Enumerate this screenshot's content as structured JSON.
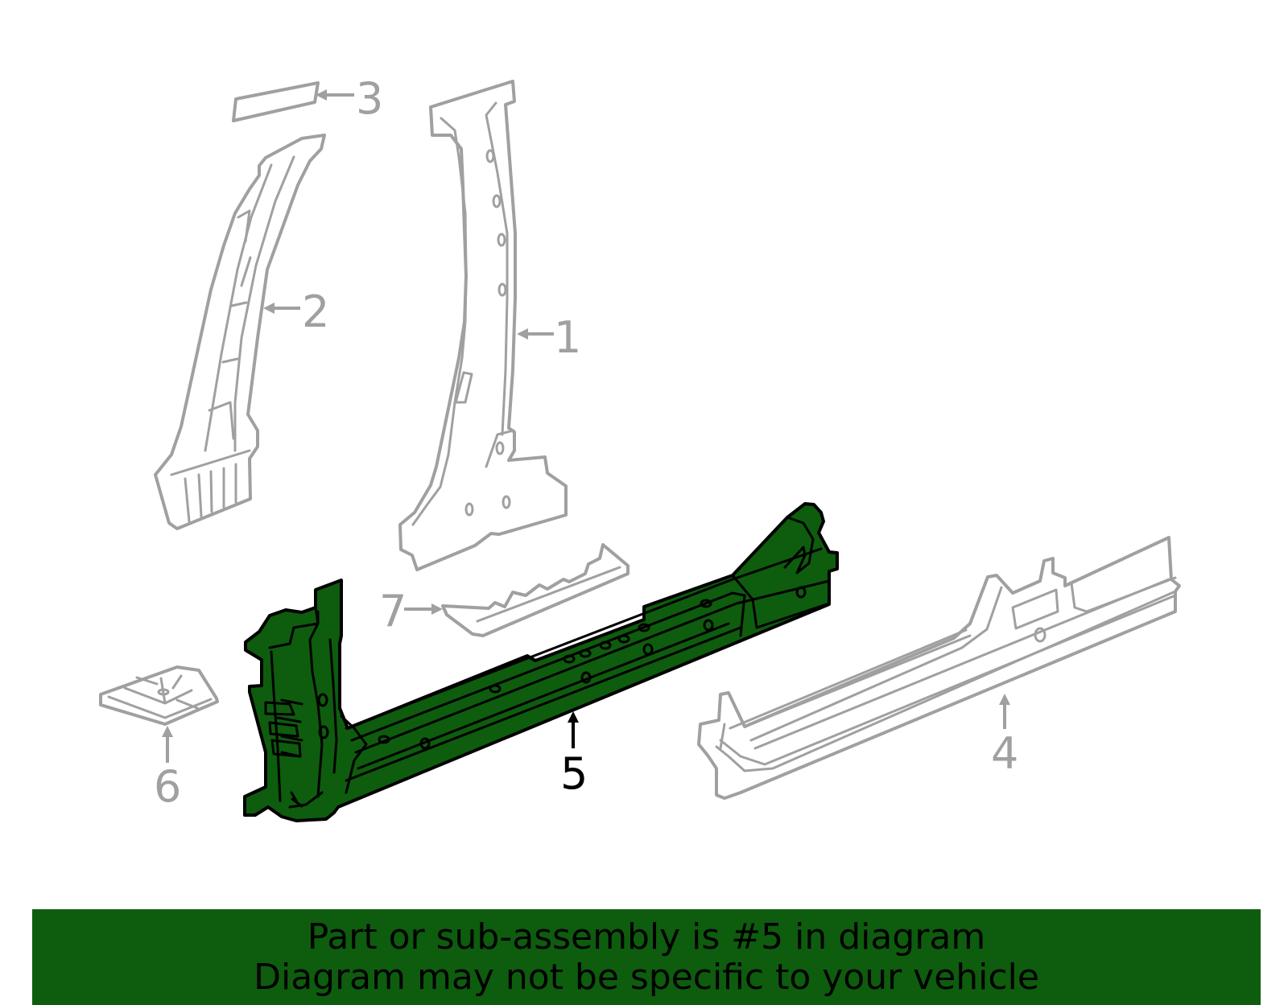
{
  "colors": {
    "highlight": "#0e5c0e",
    "inactive_part": "#a0a0a0",
    "outline": "#000000",
    "background": "#ffffff"
  },
  "callouts": [
    {
      "label": "1",
      "state": "inactive"
    },
    {
      "label": "2",
      "state": "inactive"
    },
    {
      "label": "3",
      "state": "inactive"
    },
    {
      "label": "4",
      "state": "inactive"
    },
    {
      "label": "5",
      "state": "highlighted"
    },
    {
      "label": "6",
      "state": "inactive"
    },
    {
      "label": "7",
      "state": "inactive"
    }
  ],
  "banner": {
    "line1": "Part or sub-assembly is #5 in diagram",
    "line2": "Diagram may not be specific to your vehicle"
  }
}
